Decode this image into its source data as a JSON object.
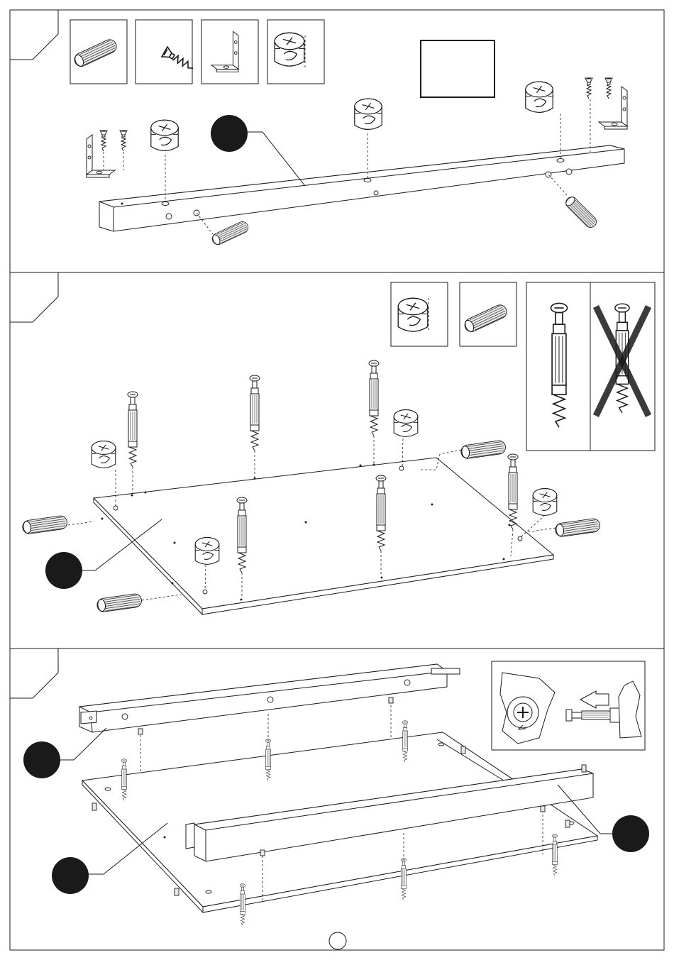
{
  "page": {
    "steps": [
      {
        "panel": "step-1"
      },
      {
        "panel": "step-2"
      },
      {
        "panel": "step-3"
      }
    ],
    "page_number": ""
  },
  "icons": {
    "dowel": "wooden-dowel-icon",
    "screw": "wood-screw-icon",
    "bracket": "angle-bracket-icon",
    "cam_lock": "cam-lock-icon",
    "cam_bolt": "cam-bolt-icon",
    "screwdriver_turn": "screwdriver-turn-icon"
  },
  "colors": {
    "ink": "#1a1a1a",
    "paper": "#ffffff",
    "callout_fill": "#1a1a1a"
  }
}
